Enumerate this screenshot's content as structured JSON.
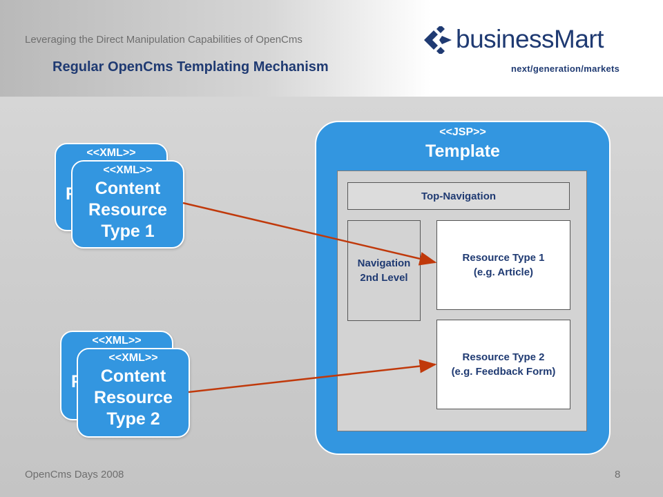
{
  "header": {
    "subtitle": "Leveraging the Direct Manipulation Capabilities of OpenCms",
    "title": "Regular OpenCms Templating Mechanism",
    "logo_text": "businessMart",
    "logo_tagline": "next/generation/markets"
  },
  "resources": [
    {
      "back_stereotype": "<<XML>>",
      "back_peek": "R",
      "stereotype": "<<XML>>",
      "lines": [
        "Content",
        "Resource",
        "Type 1"
      ]
    },
    {
      "back_stereotype": "<<XML>>",
      "back_peek": "R",
      "stereotype": "<<XML>>",
      "lines": [
        "Content",
        "Resource",
        "Type 2"
      ]
    }
  ],
  "template": {
    "stereotype": "<<JSP>>",
    "title": "Template",
    "top_nav": "Top-Navigation",
    "nav2": [
      "Navigation",
      "2nd Level"
    ],
    "slot1": [
      "Resource Type 1",
      "(e.g. Article)"
    ],
    "slot2": [
      "Resource Type 2",
      "(e.g. Feedback Form)"
    ]
  },
  "footer": {
    "event": "OpenCms Days 2008",
    "page": "8"
  },
  "colors": {
    "card_blue": "#3396e0",
    "title_navy": "#1f3a72",
    "arrow_red": "#c0390b"
  }
}
